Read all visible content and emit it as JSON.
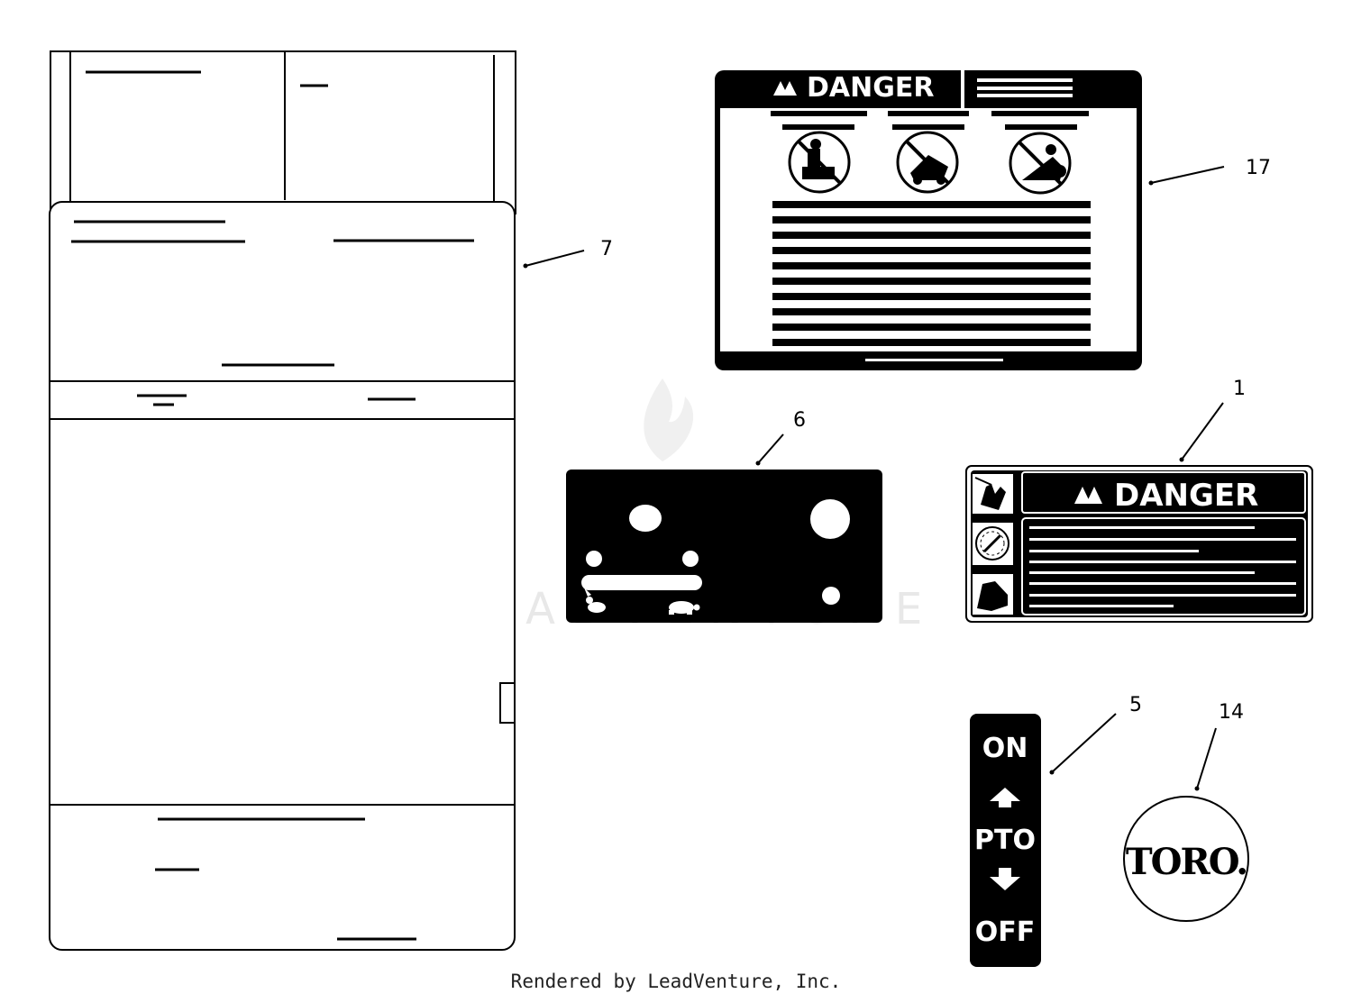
{
  "callouts": {
    "c7": "7",
    "c17": "17",
    "c6": "6",
    "c1": "1",
    "c5": "5",
    "c14": "14"
  },
  "decal17": {
    "title": "DANGER"
  },
  "decal1": {
    "title": "DANGER"
  },
  "decal5": {
    "on": "ON",
    "pto": "PTO",
    "off": "OFF"
  },
  "decal14": {
    "logo": "TORO."
  },
  "watermark": {
    "text": "LEADVENTURE"
  },
  "footer": {
    "text": "Rendered by LeadVenture, Inc."
  }
}
